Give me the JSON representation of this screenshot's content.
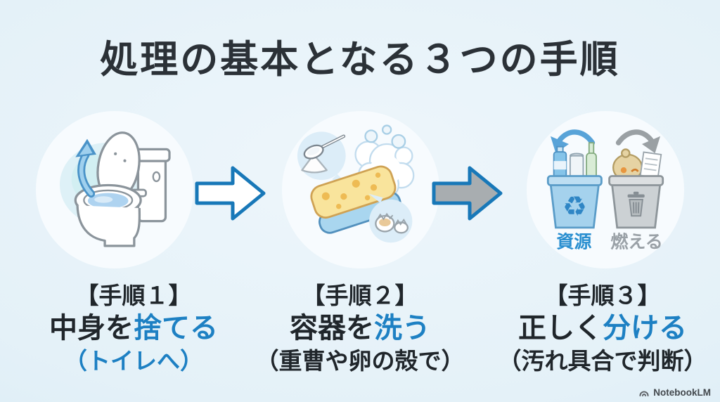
{
  "title": "処理の基本となる３つの手順",
  "steps": [
    {
      "heading": "【手順１】",
      "action_prefix": "中身を",
      "action_highlight": "捨てる",
      "note": "（トイレへ）"
    },
    {
      "heading": "【手順２】",
      "action_prefix": "容器を",
      "action_highlight": "洗う",
      "note": "（重曹や卵の殻で）"
    },
    {
      "heading": "【手順３】",
      "action_prefix": "正しく",
      "action_highlight": "分ける",
      "note": "（汚れ具合で判断）"
    }
  ],
  "bin_labels": {
    "recycle": "資源",
    "burnable": "燃える"
  },
  "illustrations": {
    "step1": "toilet-with-flush-arrow-icon",
    "step2": "sponge-foam-baking-soda-eggshell-icon",
    "step3": "recycle-and-burnable-bins-icon",
    "between_1_2": "right-block-arrow-white",
    "between_2_3": "right-block-arrow-gray"
  },
  "footer": {
    "brand": "NotebookLM"
  },
  "colors": {
    "accent_blue": "#1d80c3",
    "text_dark": "#2b3137",
    "arrow_outline_blue": "#1878b8",
    "arrow_fill_gray": "#a8adb0",
    "background_light_blue": "#e4f1f8",
    "bin_blue": "#a5d2ed",
    "bin_gray": "#ccd1d4",
    "label_gray": "#9aa1a7"
  }
}
